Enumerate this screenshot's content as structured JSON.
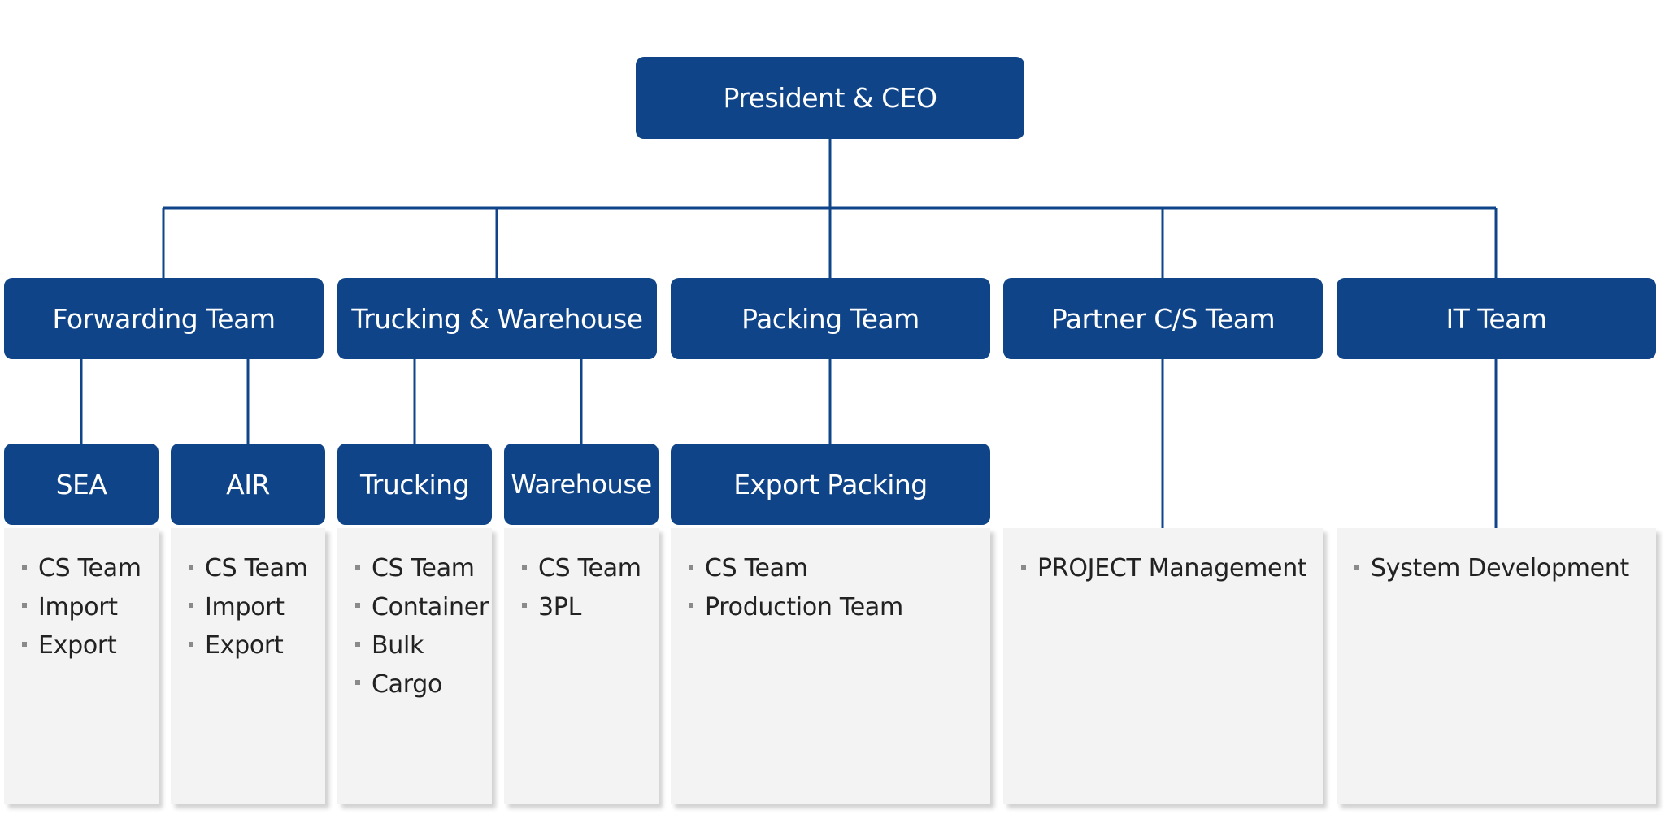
{
  "colors": {
    "box": "#0f4488",
    "line": "#0f4488",
    "panel": "#f3f3f3",
    "text": "#222222"
  },
  "ceo": {
    "label": "President & CEO"
  },
  "teams": [
    {
      "label": "Forwarding Team"
    },
    {
      "label": "Trucking & Warehouse"
    },
    {
      "label": "Packing Team"
    },
    {
      "label": "Partner C/S Team"
    },
    {
      "label": "IT Team"
    }
  ],
  "units": [
    {
      "label": "SEA"
    },
    {
      "label": "AIR"
    },
    {
      "label": "Trucking"
    },
    {
      "label": "Warehouse"
    },
    {
      "label": "Export Packing"
    }
  ],
  "panels": [
    {
      "items": [
        "CS Team",
        "Import",
        "Export"
      ]
    },
    {
      "items": [
        "CS Team",
        "Import",
        "Export"
      ]
    },
    {
      "items": [
        "CS Team",
        "Container",
        "Bulk",
        "Cargo"
      ]
    },
    {
      "items": [
        "CS Team",
        "3PL"
      ]
    },
    {
      "items": [
        "CS Team",
        "Production Team"
      ]
    },
    {
      "items": [
        "PROJECT Management"
      ]
    },
    {
      "items": [
        "System Development"
      ]
    }
  ]
}
